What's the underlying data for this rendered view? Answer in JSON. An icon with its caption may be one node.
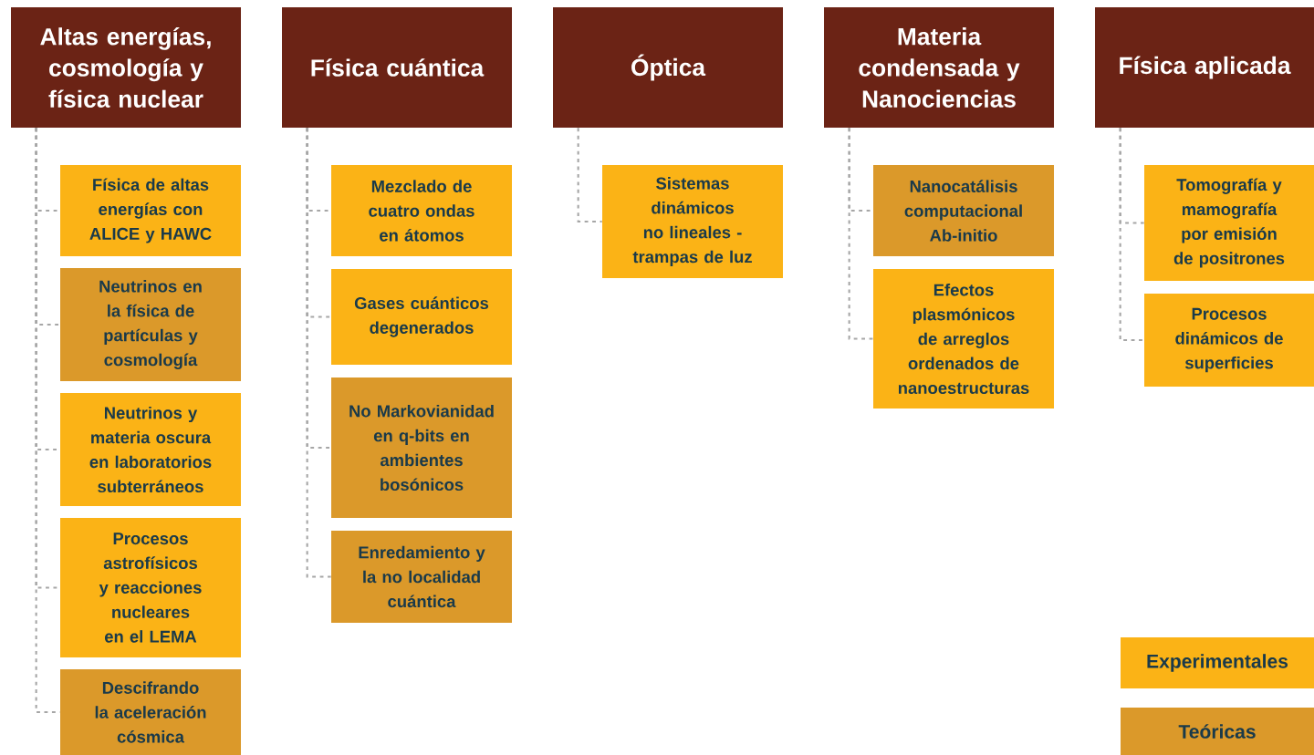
{
  "diagram": {
    "nodes": [
      {
        "text": [
          "Altas energías, cosmología y física nuclear"
        ]
      },
      {
        "text": [
          "Física de altas energías con ALICE y HAWC"
        ]
      },
      {
        "text": [
          "Neutrinos en la física de partículas y cosmología"
        ]
      },
      {
        "text": [
          "Neutrinos y materia oscura en laboratorios subterráneos"
        ]
      },
      {
        "text": [
          "Procesos astrofísicos y reacciones nucleares en el LEMA"
        ]
      },
      {
        "text": [
          "Descifrando la aceleración cósmica"
        ]
      },
      {
        "text": [
          "Física cuántica"
        ]
      },
      {
        "text": [
          "Mezclado de cuatro ondas en átomos"
        ]
      },
      {
        "text": [
          "Gases cuánticos degenerados"
        ]
      },
      {
        "text": [
          "No Markovianidad en q-bits en ambientes bosónicos"
        ]
      },
      {
        "text": [
          "Enredamiento y la no localidad cuántica"
        ]
      },
      {
        "text": [
          "Óptica"
        ]
      },
      {
        "text": [
          "Sistemas dinámicos no lineales - trampas de luz"
        ]
      },
      {
        "text": [
          "Materia condensada y Nanociencias"
        ]
      },
      {
        "text": [
          "Nanocatálisis computacional Ab-initio"
        ]
      },
      {
        "text": [
          "Efectos plasmónicos de arreglos ordenados de nanoestructuras"
        ]
      },
      {
        "text": [
          "Física aplicada"
        ]
      },
      {
        "text": [
          "Tomografía y mamografía por emisión de positrones"
        ]
      },
      {
        "text": [
          "Procesos dinámicos de superficies"
        ]
      }
    ],
    "edges": [
      {
        "from": 0,
        "to": 1,
        "arrow": "none"
      },
      {
        "from": 0,
        "to": 2,
        "arrow": "none"
      },
      {
        "from": 0,
        "to": 3,
        "arrow": "none"
      },
      {
        "from": 0,
        "to": 4,
        "arrow": "none"
      },
      {
        "from": 0,
        "to": 5,
        "arrow": "none"
      },
      {
        "from": 6,
        "to": 7,
        "arrow": "none"
      },
      {
        "from": 6,
        "to": 8,
        "arrow": "none"
      },
      {
        "from": 6,
        "to": 9,
        "arrow": "none"
      },
      {
        "from": 6,
        "to": 10,
        "arrow": "none"
      },
      {
        "from": 11,
        "to": 12,
        "arrow": "none"
      },
      {
        "from": 13,
        "to": 14,
        "arrow": "none"
      },
      {
        "from": 13,
        "to": 15,
        "arrow": "none"
      },
      {
        "from": 16,
        "to": 17,
        "arrow": "none"
      },
      {
        "from": 16,
        "to": 18,
        "arrow": "none"
      }
    ],
    "legend": [
      {
        "text": "Experimentales",
        "color": "#fbb316"
      },
      {
        "text": "Teóricas",
        "color": "#db992a"
      }
    ]
  }
}
